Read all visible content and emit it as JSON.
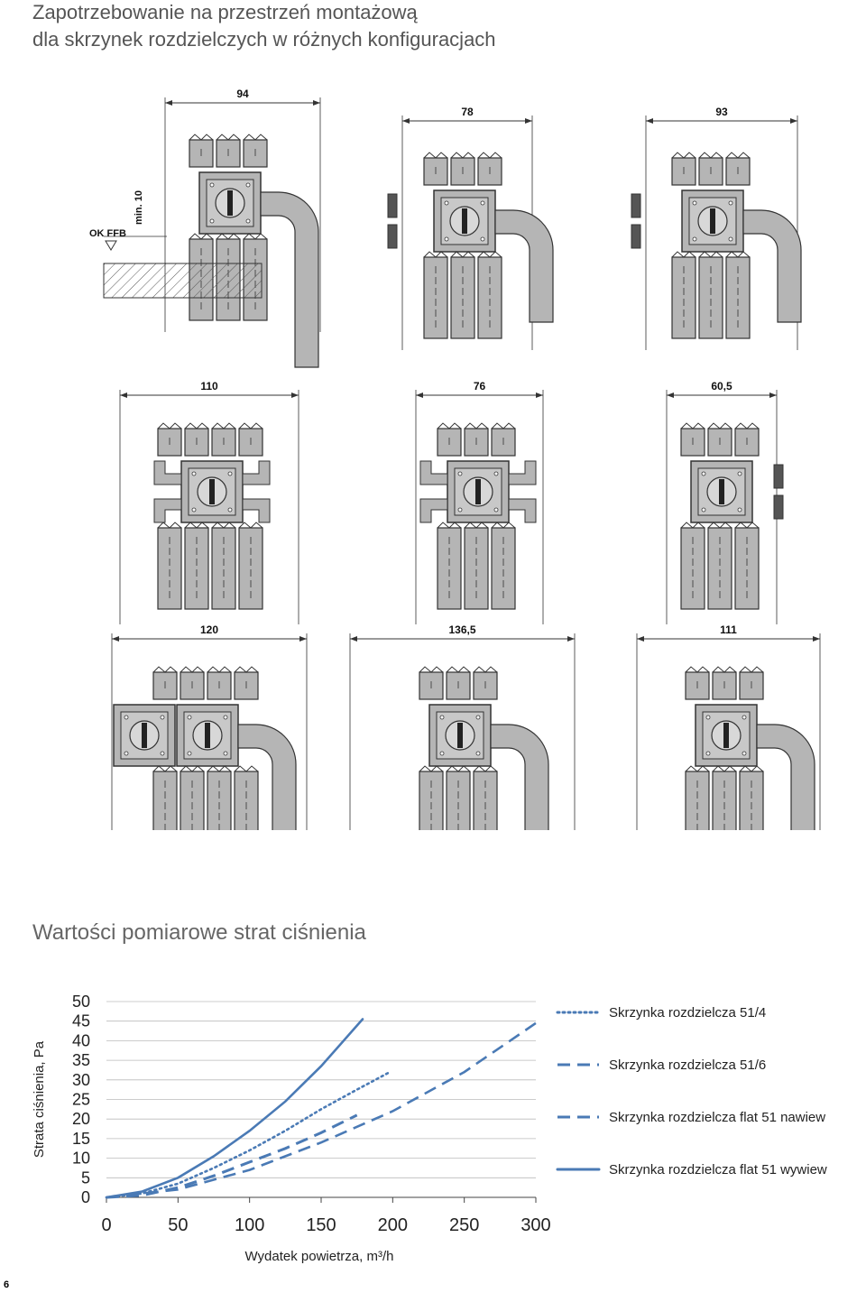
{
  "header": {
    "title_line1": "Zapotrzebowanie na przestrzeń montażową",
    "title_line2": "dla skrzynek rozdzielczych w różnych konfiguracjach"
  },
  "diagram_labels": {
    "min_label": "min. 10",
    "floor_label": "OK FFB"
  },
  "diagrams": [
    {
      "dimension": "94",
      "variant": "floor-bend"
    },
    {
      "dimension": "78",
      "variant": "bend-right"
    },
    {
      "dimension": "93",
      "variant": "bend-right"
    },
    {
      "dimension": "110",
      "variant": "wide"
    },
    {
      "dimension": "76",
      "variant": "cross"
    },
    {
      "dimension": "60,5",
      "variant": "caps-right"
    },
    {
      "dimension": "120",
      "variant": "double-bend"
    },
    {
      "dimension": "136,5",
      "variant": "long-bend"
    },
    {
      "dimension": "111",
      "variant": "long-bend"
    }
  ],
  "section_title": "Wartości pomiarowe strat ciśnienia",
  "page_number": "6",
  "chart_data": {
    "type": "line",
    "xlabel": "Wydatek powietrza, m³/h",
    "ylabel": "Strata ciśnienia, Pa",
    "xlim": [
      0,
      300
    ],
    "ylim": [
      0,
      50
    ],
    "x_ticks": [
      0,
      50,
      100,
      150,
      200,
      250,
      300
    ],
    "y_ticks": [
      0,
      5,
      10,
      15,
      20,
      25,
      30,
      35,
      40,
      45,
      50
    ],
    "grid": "horizontal",
    "legend_position": "right",
    "series": [
      {
        "name": "Skrzynka rozdzielcza 51/4",
        "style": "dotted",
        "color": "#4a7ab5",
        "x": [
          0,
          25,
          50,
          75,
          100,
          125,
          150,
          175,
          198
        ],
        "y": [
          0,
          1.0,
          3.5,
          7.5,
          12,
          17,
          22.5,
          27.5,
          32
        ]
      },
      {
        "name": "Skrzynka rozdzielcza 51/6",
        "style": "dashed",
        "color": "#4a7ab5",
        "x": [
          0,
          25,
          50,
          75,
          100,
          125,
          150,
          175
        ],
        "y": [
          0,
          0.5,
          2.5,
          5.5,
          9,
          12.5,
          16.5,
          21
        ]
      },
      {
        "name": "Skrzynka rozdzielcza flat 51 nawiew",
        "style": "dashed",
        "color": "#4a7ab5",
        "x": [
          0,
          50,
          100,
          150,
          200,
          250,
          300
        ],
        "y": [
          0,
          2.0,
          7,
          14,
          22,
          32,
          44.5
        ]
      },
      {
        "name": "Skrzynka rozdzielcza flat 51 wywiew",
        "style": "solid",
        "color": "#4a7ab5",
        "x": [
          0,
          25,
          50,
          75,
          100,
          125,
          150,
          179
        ],
        "y": [
          0,
          1.5,
          5,
          10.5,
          17,
          24.5,
          33.5,
          45.5
        ]
      }
    ]
  }
}
